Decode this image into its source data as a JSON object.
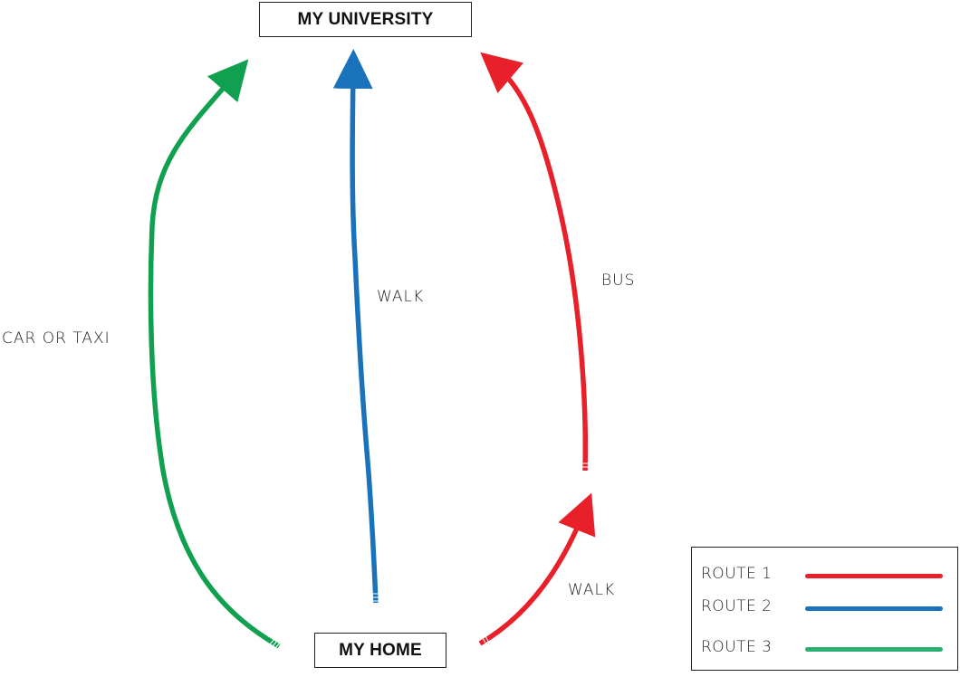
{
  "diagram": {
    "university_label": "MY UNIVERSITY",
    "home_label": "MY HOME",
    "edges": [
      {
        "id": "route3",
        "label": "CAR OR TAXI",
        "color": "#10a050"
      },
      {
        "id": "route2",
        "label": "WALK",
        "color": "#1a72bb"
      },
      {
        "id": "route1-bus",
        "label": "BUS",
        "color": "#e8202a"
      },
      {
        "id": "route1-walk",
        "label": "WALK",
        "color": "#e8202a"
      }
    ]
  },
  "legend": {
    "items": [
      {
        "label": "ROUTE 1",
        "color": "#e8202a"
      },
      {
        "label": "ROUTE 2",
        "color": "#1a72bb"
      },
      {
        "label": "ROUTE 3",
        "color": "#2bb070"
      }
    ]
  }
}
